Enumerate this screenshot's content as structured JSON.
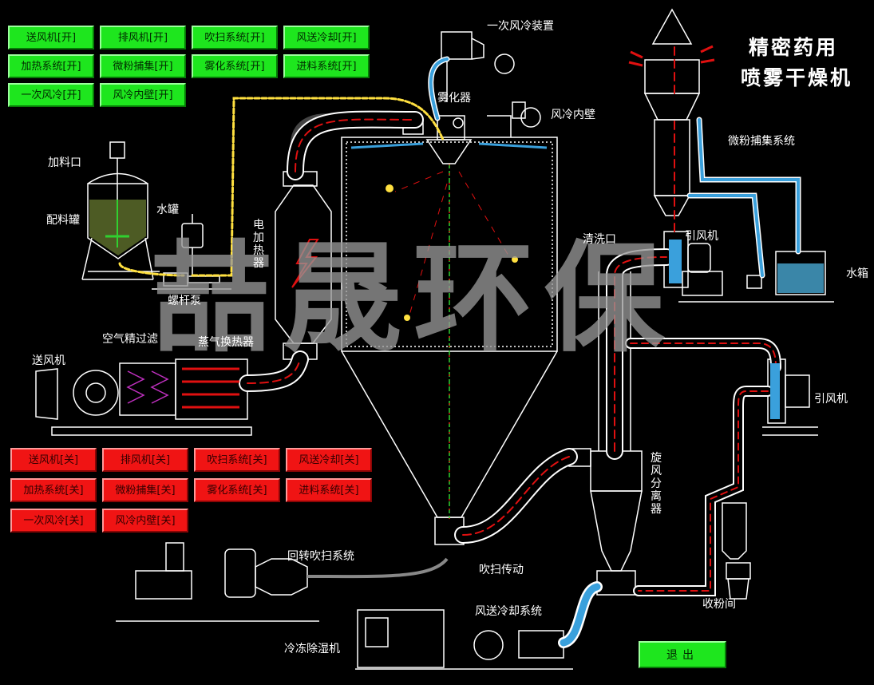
{
  "title": {
    "line1": "精密药用",
    "line2": "喷雾干燥机"
  },
  "watermark": "喆晟环保",
  "on_buttons": [
    "送风机[开]",
    "排风机[开]",
    "吹扫系统[开]",
    "风送冷却[开]",
    "加热系统[开]",
    "微粉捕集[开]",
    "雾化系统[开]",
    "进料系统[开]",
    "一次风冷[开]",
    "风冷内壁[开]"
  ],
  "off_buttons": [
    "送风机[关]",
    "排风机[关]",
    "吹扫系统[关]",
    "风送冷却[关]",
    "加热系统[关]",
    "微粉捕集[关]",
    "雾化系统[关]",
    "进料系统[关]",
    "一次风冷[关]",
    "风冷内壁[关]"
  ],
  "exit_label": "退出",
  "labels": {
    "primary_air_cooling": "一次风冷装置",
    "atomizer": "雾化器",
    "wall_air_cooling": "风冷内壁",
    "fine_powder_capture": "微粉捕集系统",
    "feed_port": "加料口",
    "mixing_tank": "配料罐",
    "water_tank": "水罐",
    "electric_heater": "电加热器",
    "screw_pump": "螺杆泵",
    "air_filter": "空气精过滤",
    "steam_exchanger": "蒸气换热器",
    "blower": "送风机",
    "clean_port": "清洗口",
    "induced_fan_1": "引风机",
    "water_box": "水箱",
    "induced_fan_2": "引风机",
    "cyclone": "旋风分离器",
    "rotary_purge": "回转吹扫系统",
    "purge_drive": "吹扫传动",
    "air_cooling_system": "风送冷却系统",
    "freeze_dehumidifier": "冷冻除湿机",
    "powder_room": "收粉间"
  },
  "colors": {
    "on": "#1ee61e",
    "off": "#f01414",
    "duct_red": "#e01010",
    "water": "#3aa0dc",
    "wire": "#ffe040",
    "feed": "#30d030"
  }
}
